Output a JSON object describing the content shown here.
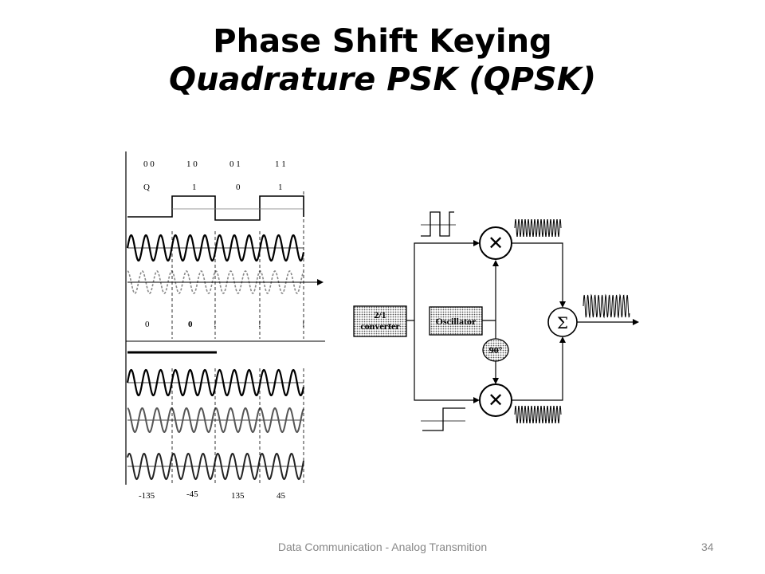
{
  "slide": {
    "title": "Phase Shift Keying",
    "subtitle": "Quadrature PSK (QPSK)",
    "footer": "Data Communication - Analog Transmition",
    "page_number": "34"
  },
  "waveform": {
    "dibits": [
      "0 0",
      "1 0",
      "0 1",
      "1 1"
    ],
    "q_row_label": "Q",
    "q_bits": [
      "1",
      "0",
      "1"
    ],
    "i_row_labels": [
      "0",
      "0"
    ],
    "phases": [
      "-135",
      "-45",
      "135",
      "45"
    ]
  },
  "modulator": {
    "converter_label": [
      "2/1",
      "converter"
    ],
    "oscillator_label": "Oscillator",
    "phase_shift_label": "90°",
    "summer_symbol": "Σ",
    "multiplier_symbol": "✕"
  }
}
